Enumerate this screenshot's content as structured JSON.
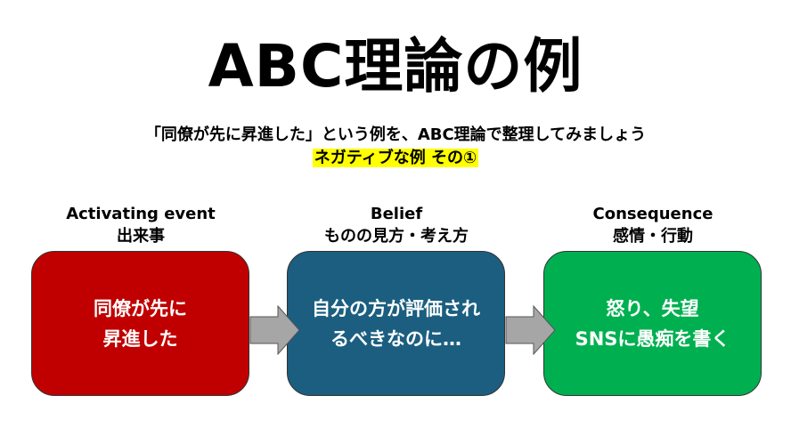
{
  "title": "ABC理論の例",
  "subtitle": "「同僚が先に昇進した」という例を、ABC理論で整理してみましょう",
  "highlight": "ネガティブな例 その①",
  "columns": [
    {
      "heading": "Activating event",
      "subheading": "出来事",
      "box_line1": "同僚が先に",
      "box_line2": "昇進した",
      "color": "#c00000"
    },
    {
      "heading": "Belief",
      "subheading": "ものの見方・考え方",
      "box_line1": "自分の方が評価され",
      "box_line2": "るべきなのに…",
      "color": "#1b5e80"
    },
    {
      "heading": "Consequence",
      "subheading": "感情・行動",
      "box_line1": "怒り、失望",
      "box_line2": "SNSに愚痴を書く",
      "color": "#00b050"
    }
  ],
  "colors": {
    "arrow": "#a6a6a6",
    "highlight": "#ffff00"
  }
}
